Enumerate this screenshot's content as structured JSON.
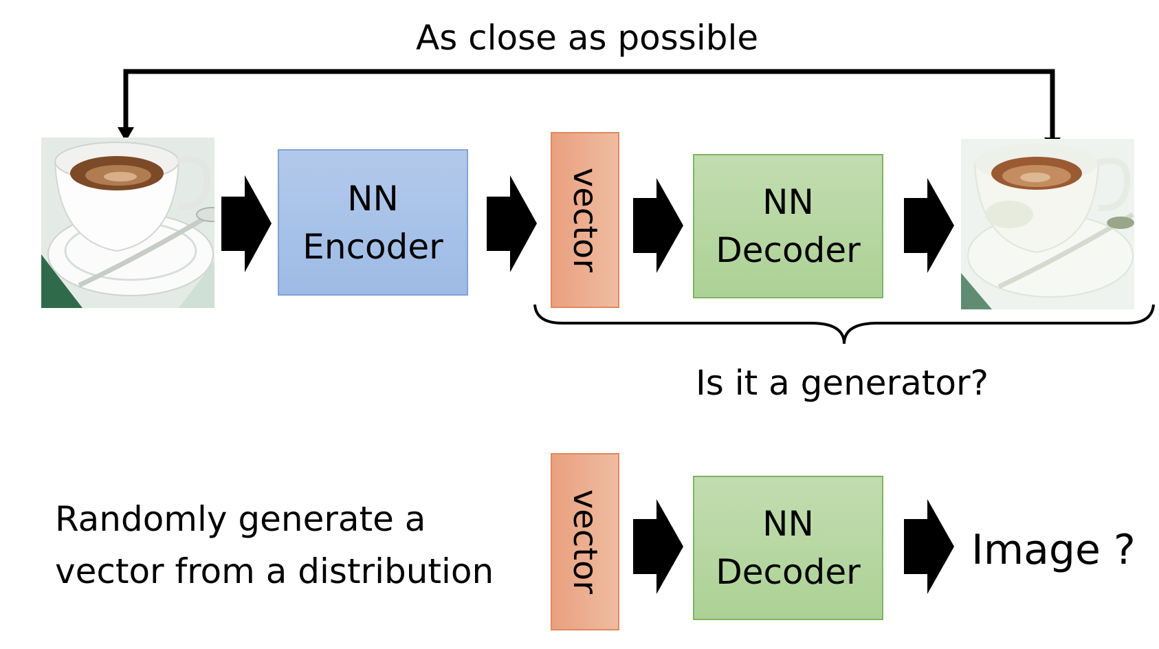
{
  "top": {
    "feedback_label": "As close as possible",
    "encoder": {
      "line1": "NN",
      "line2": "Encoder"
    },
    "vector_label": "vector",
    "decoder": {
      "line1": "NN",
      "line2": "Decoder"
    },
    "brace_label": "Is it a generator?",
    "input_image": "coffee-cup-photo",
    "output_image": "reconstructed-coffee-cup-photo"
  },
  "bottom": {
    "description_line1": "Randomly generate a",
    "description_line2": "vector from a distribution",
    "vector_label": "vector",
    "decoder": {
      "line1": "NN",
      "line2": "Decoder"
    },
    "output_label": "Image ?"
  },
  "colors": {
    "encoder": "#9dbbe6",
    "decoder": "#acd195",
    "vector": "#e9a07f"
  }
}
